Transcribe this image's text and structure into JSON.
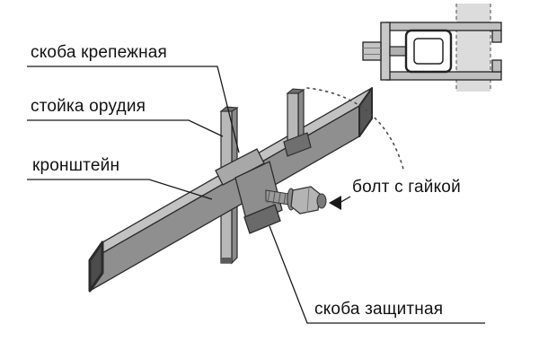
{
  "labels": {
    "fastening_clamp": "скоба крепежная",
    "tool_post": "стойка орудия",
    "bracket": "кронштейн",
    "bolt_with_nut": "болт с гайкой",
    "protective_clamp": "скоба защитная"
  },
  "colors": {
    "background": "#ffffff",
    "line": "#1a1a1a",
    "beam_top_face": "#c2c2c2",
    "beam_front_face": "#8f8f8f",
    "beam_end_cap": "#4c4c4c",
    "post": "#b8b8b8",
    "clamp": "#9a9a9a",
    "inset_post_section": "#dcdcdc"
  }
}
